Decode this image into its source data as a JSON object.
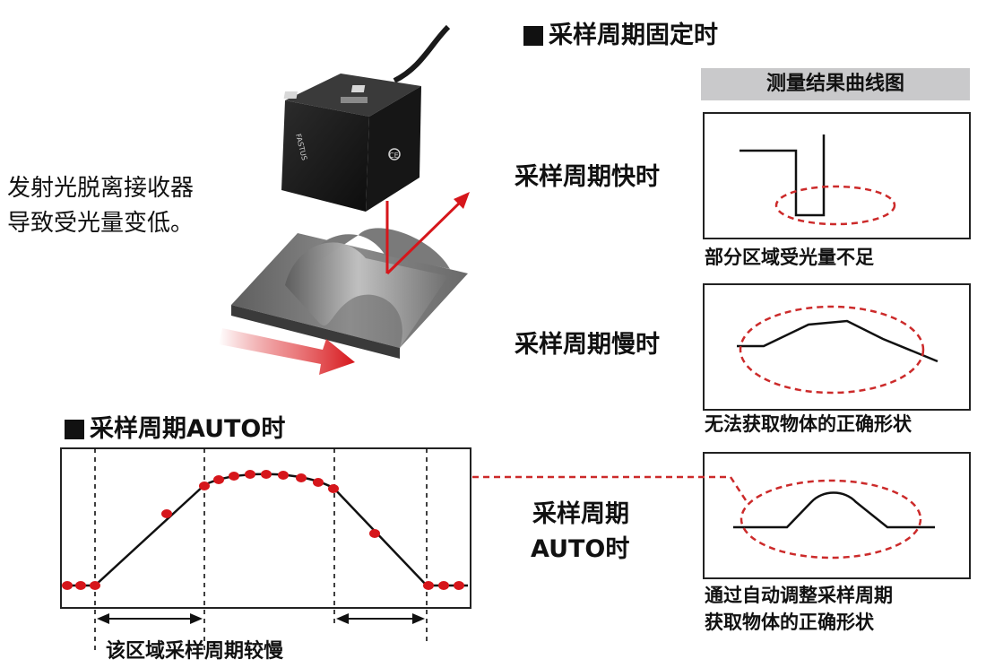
{
  "texts": {
    "fixed_title": "采样周期固定时",
    "chart_header": "测量结果曲线图",
    "fast_label": "采样周期快时",
    "fast_note": "部分区域受光量不足",
    "slow_label": "采样周期慢时",
    "slow_note": "无法获取物体的正确形状",
    "auto_label_line1": "采样周期",
    "auto_label_line2": "AUTO时",
    "auto_note_line1": "通过自动调整采样周期",
    "auto_note_line2": "获取物体的正确形状",
    "auto_title": "采样周期AUTO时",
    "emitter_line1": "发射光脱离接收器",
    "emitter_line2": "导致受光量变低。",
    "slow_zone_note": "该区域采样周期较慢",
    "sensor_brand": "FASTUS",
    "ce_mark": "CE"
  },
  "colors": {
    "accent_red": "#d6161b",
    "dash_red": "#cc2a2a",
    "box_border": "#222222",
    "header_gray": "#c9c9cb"
  }
}
